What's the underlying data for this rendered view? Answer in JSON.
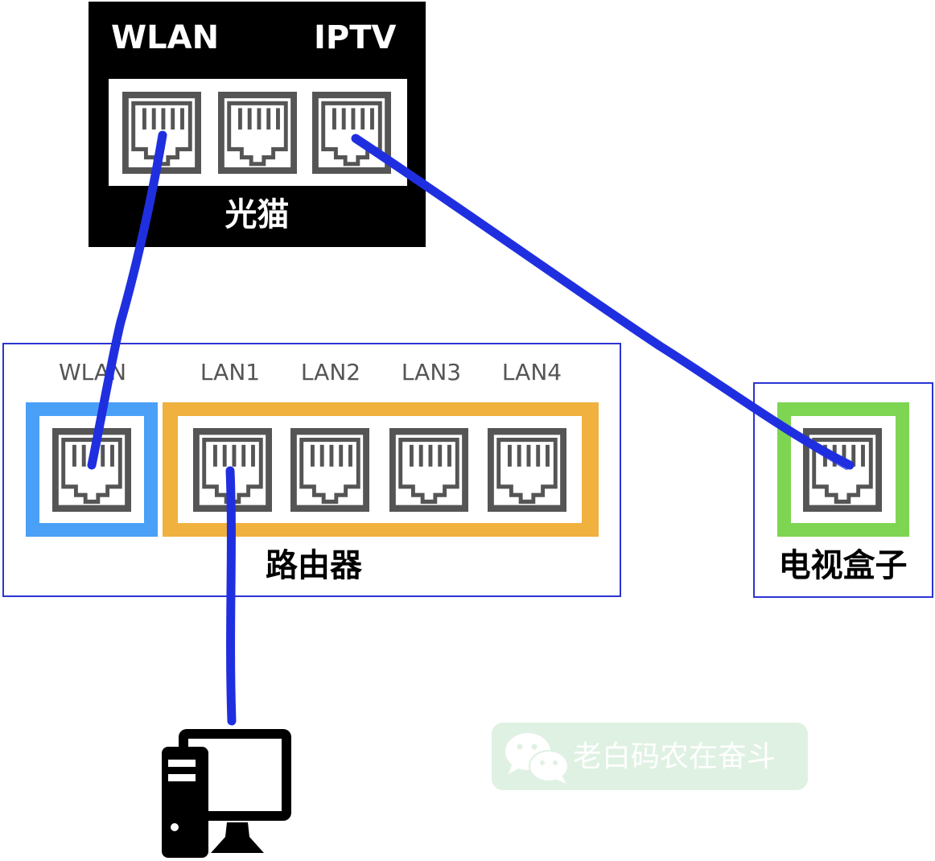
{
  "modem": {
    "title": "光猫",
    "wan_label": "WLAN",
    "iptv_label": "IPTV"
  },
  "router": {
    "title": "路由器",
    "ports": [
      "WLAN",
      "LAN1",
      "LAN2",
      "LAN3",
      "LAN4"
    ],
    "wan_color": "#4aa0f7",
    "lan_color": "#f0b13e"
  },
  "set_top_box": {
    "title": "电视盒子",
    "color": "#7ed551"
  },
  "cable_color": "#1f2fe0",
  "watermark": {
    "text": "老白码农在奋斗",
    "icon": "wechat-icon"
  }
}
